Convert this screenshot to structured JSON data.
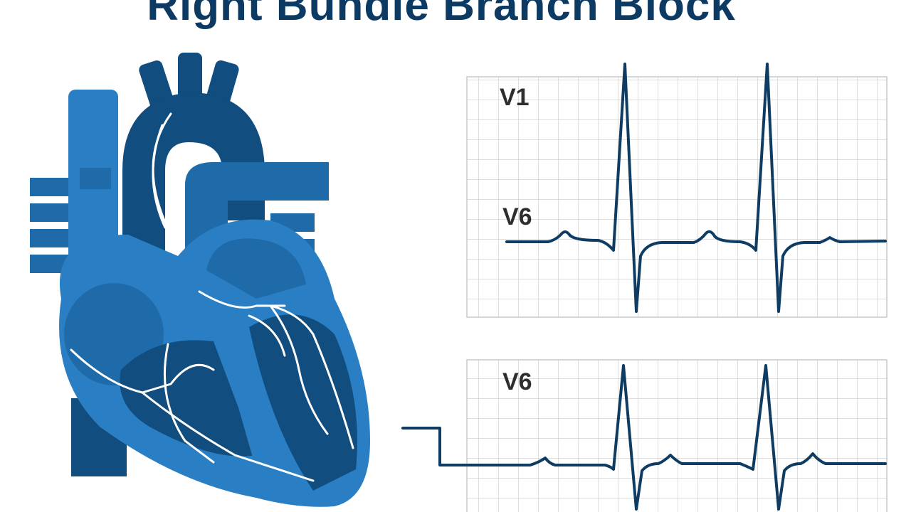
{
  "title": "Right Bundle Branch Block",
  "leads": {
    "top_a": "V1",
    "top_b": "V6",
    "bottom": "V6"
  },
  "colors": {
    "title": "#0d3a63",
    "heart_light": "#2a7fc4",
    "heart_mid": "#1f6aa8",
    "heart_dark": "#114d7e",
    "trace": "#0f3c63",
    "grid": "#c9c9c9",
    "conduction": "#ffffff"
  },
  "icons": {
    "heart": "heart-anatomy-illustration"
  }
}
